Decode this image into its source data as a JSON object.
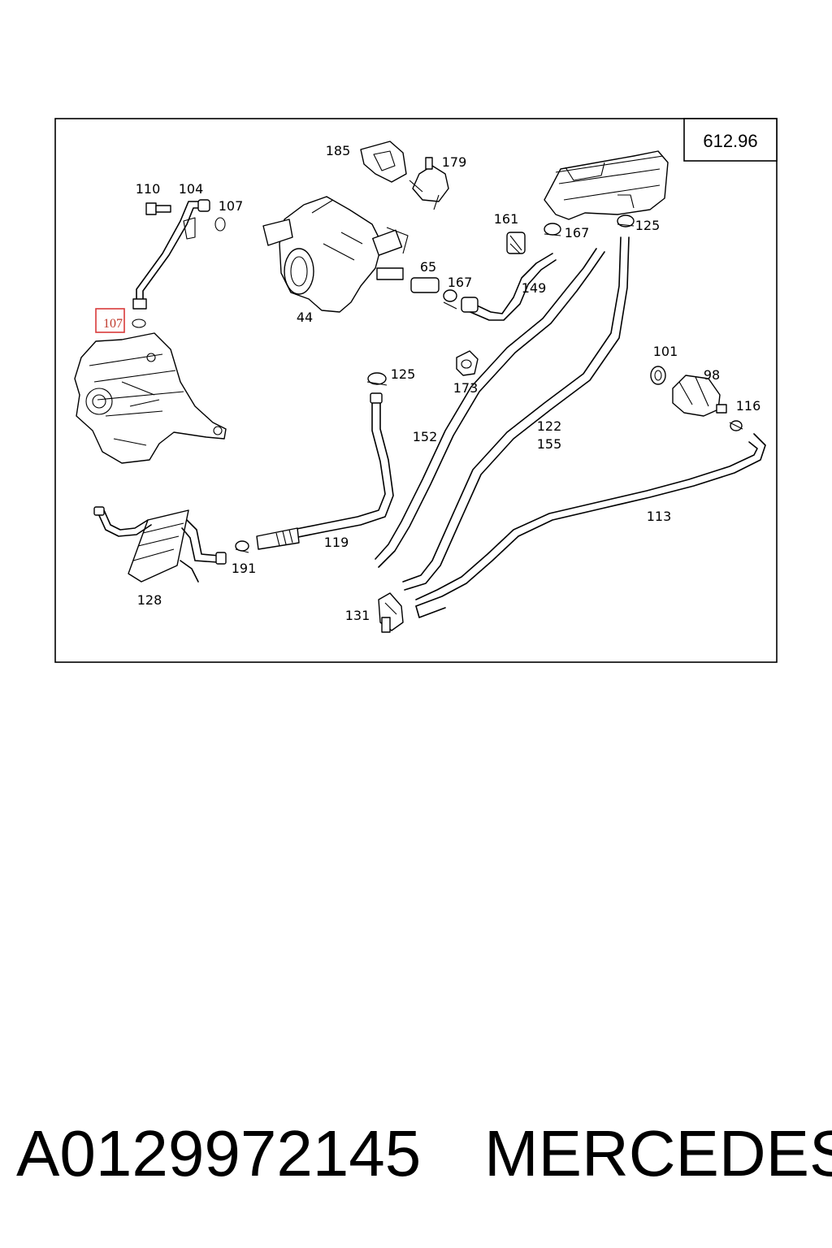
{
  "diagram": {
    "section_code": "612.96",
    "highlighted_label": "107",
    "labels": {
      "l185": "185",
      "l179": "179",
      "l110": "110",
      "l104": "104",
      "l107a": "107",
      "l161": "161",
      "l167a": "167",
      "l125a": "125",
      "l65": "65",
      "l167b": "167",
      "l149": "149",
      "l44": "44",
      "l101": "101",
      "l98": "98",
      "l116": "116",
      "l125b": "125",
      "l173": "173",
      "l152": "152",
      "l122": "122",
      "l155": "155",
      "l113": "113",
      "l119": "119",
      "l191": "191",
      "l128": "128",
      "l131": "131"
    },
    "colors": {
      "highlight": "#d93a3a",
      "line": "#000000"
    }
  },
  "footer": {
    "part_number": "A0129972145",
    "brand": "MERCEDES"
  }
}
